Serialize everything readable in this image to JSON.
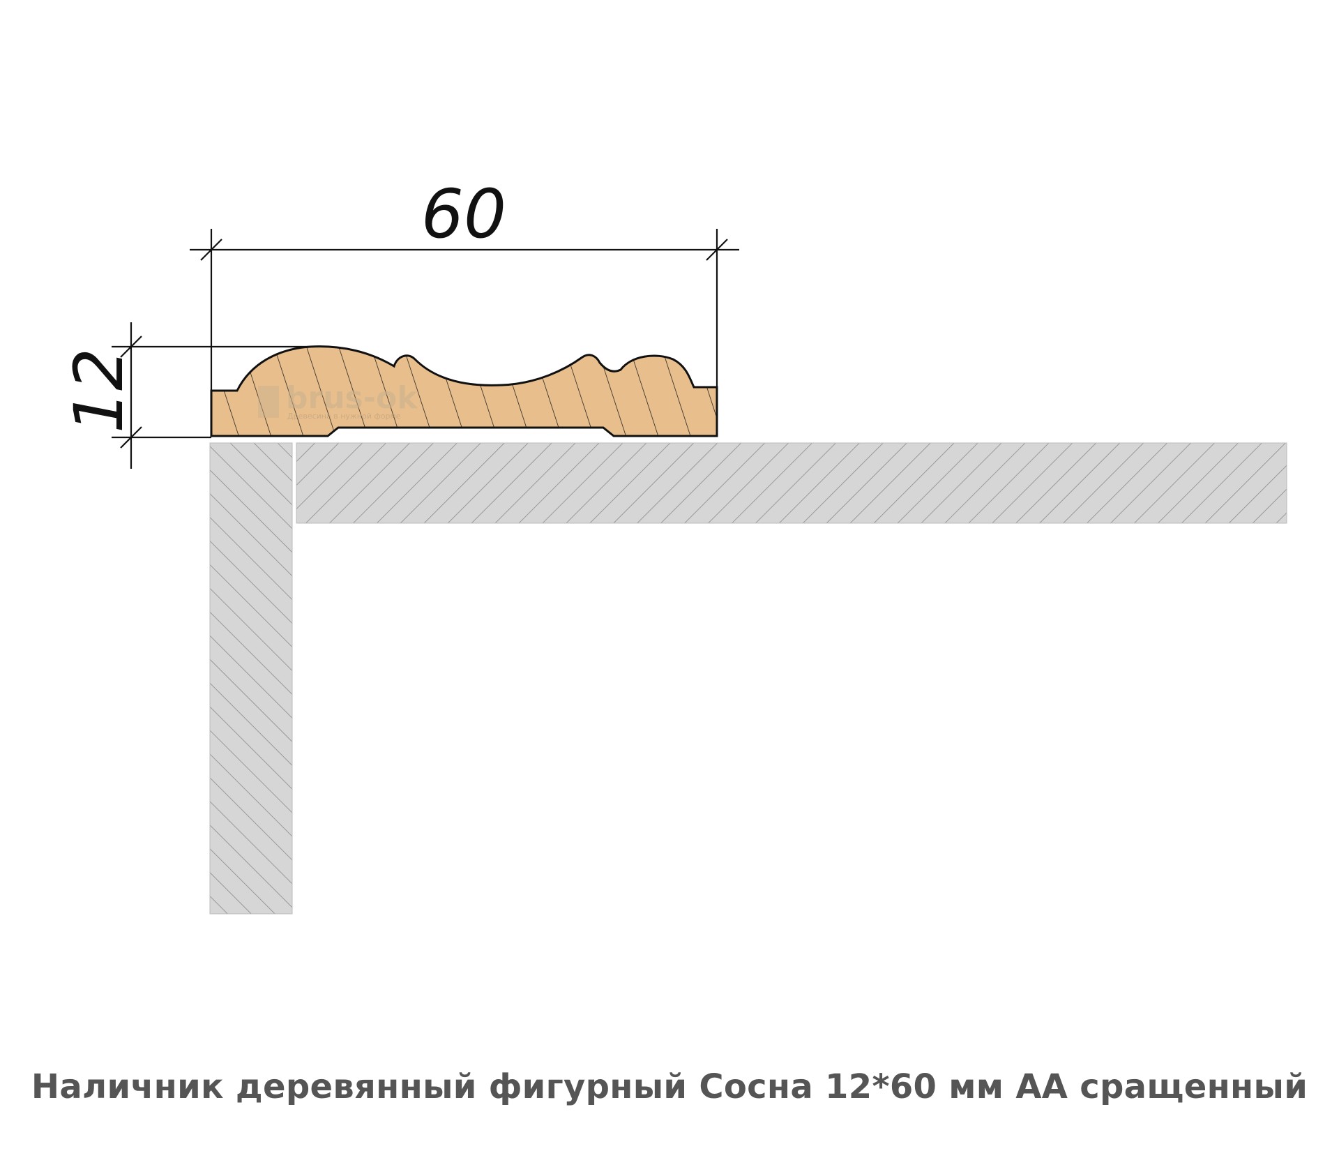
{
  "dimensions": {
    "width_label": "60",
    "thickness_label": "12"
  },
  "watermark": {
    "brand": "brus-ok",
    "tagline": "Древесина в нужной форме"
  },
  "caption": "Наличник деревянный фигурный Сосна 12*60 мм АА сращенный",
  "colors": {
    "wood_fill": "#e8bf8c",
    "wall_fill": "#d6d6d6",
    "hatch_stroke": "#8a8a8a",
    "outline": "#111111",
    "caption_text": "#555555"
  }
}
